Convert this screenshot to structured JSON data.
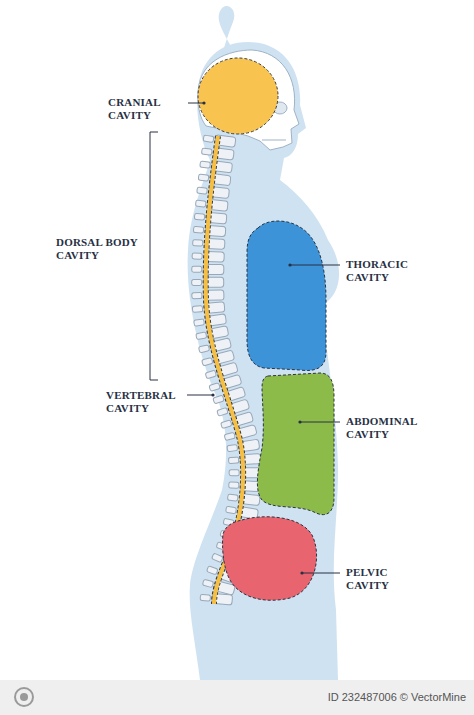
{
  "diagram": {
    "labels": [
      "CRANIAL CAVITY",
      "DORSAL BODY CAVITY",
      "VERTEBRAL CAVITY",
      "THORACIC CAVITY",
      "ABDOMINAL CAVITY",
      "PELVIC CAVITY",
      "ID 232487006 © VectorMine"
    ]
  }
}
